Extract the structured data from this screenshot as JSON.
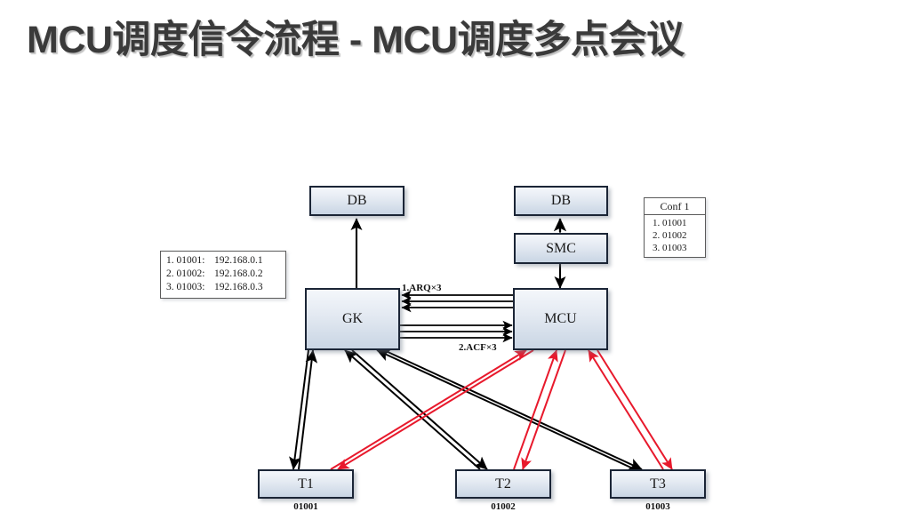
{
  "slide": {
    "title": "MCU调度信令流程 - MCU调度多点会议"
  },
  "colors": {
    "title_text": "#3a3a3a",
    "node_border": "#1b2536",
    "node_fill_top": "#f4f7fb",
    "node_fill_bottom": "#c9d5e4",
    "black_arrow": "#000000",
    "red_arrow": "#e8192c",
    "background": "#ffffff"
  },
  "diagram": {
    "nodes": [
      {
        "id": "db-left",
        "label": "DB"
      },
      {
        "id": "db-right",
        "label": "DB"
      },
      {
        "id": "smc",
        "label": "SMC"
      },
      {
        "id": "gk",
        "label": "GK"
      },
      {
        "id": "mcu",
        "label": "MCU"
      },
      {
        "id": "t1",
        "label": "T1"
      },
      {
        "id": "t2",
        "label": "T2"
      },
      {
        "id": "t3",
        "label": "T3"
      }
    ],
    "terminal_captions": [
      {
        "for": "t1",
        "text": "01001"
      },
      {
        "for": "t2",
        "text": "01002"
      },
      {
        "for": "t3",
        "text": "01003"
      }
    ],
    "edge_labels": [
      {
        "id": "arq",
        "text": "1.ARQ×3"
      },
      {
        "id": "acf",
        "text": "2.ACF×3"
      }
    ],
    "ip_table": {
      "rows": [
        {
          "index": "1. 01001:",
          "value": "192.168.0.1"
        },
        {
          "index": "2. 01002:",
          "value": "192.168.0.2"
        },
        {
          "index": "3. 01003:",
          "value": "192.168.0.3"
        }
      ]
    },
    "conf_table": {
      "title": "Conf 1",
      "rows": [
        {
          "index": "1. 01001"
        },
        {
          "index": "2. 01002"
        },
        {
          "index": "3. 01003"
        }
      ]
    }
  }
}
